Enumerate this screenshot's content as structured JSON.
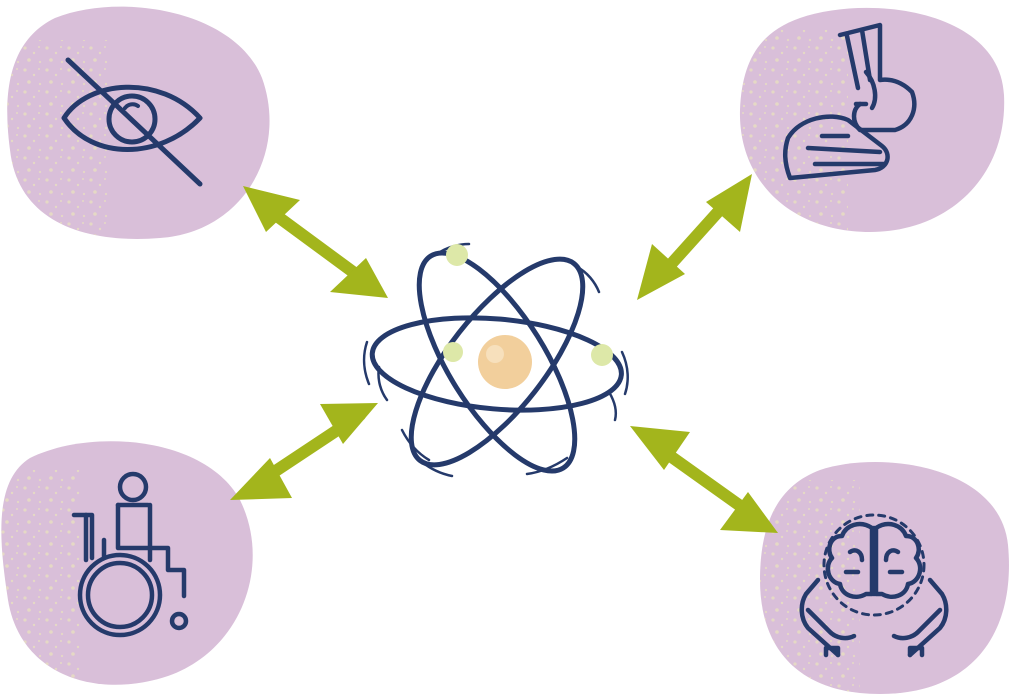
{
  "colors": {
    "background": "#ffffff",
    "blob": "#d9bfd9",
    "blob_speckle": "#e6dcc3",
    "icon_stroke": "#253a6b",
    "arrow": "#a3b51c",
    "nucleus": "#f2cf9c",
    "electron": "#dde8a8"
  },
  "center": {
    "icon": "atom-icon"
  },
  "nodes": [
    {
      "id": "top-left",
      "icon": "eye-slash-icon"
    },
    {
      "id": "top-right",
      "icon": "sign-language-icon"
    },
    {
      "id": "bottom-left",
      "icon": "wheelchair-icon"
    },
    {
      "id": "bottom-right",
      "icon": "brain-in-hands-icon"
    }
  ],
  "arrows": [
    {
      "from": "center",
      "to": "top-left",
      "bidirectional": true
    },
    {
      "from": "center",
      "to": "top-right",
      "bidirectional": true
    },
    {
      "from": "center",
      "to": "bottom-left",
      "bidirectional": true
    },
    {
      "from": "center",
      "to": "bottom-right",
      "bidirectional": true
    }
  ]
}
